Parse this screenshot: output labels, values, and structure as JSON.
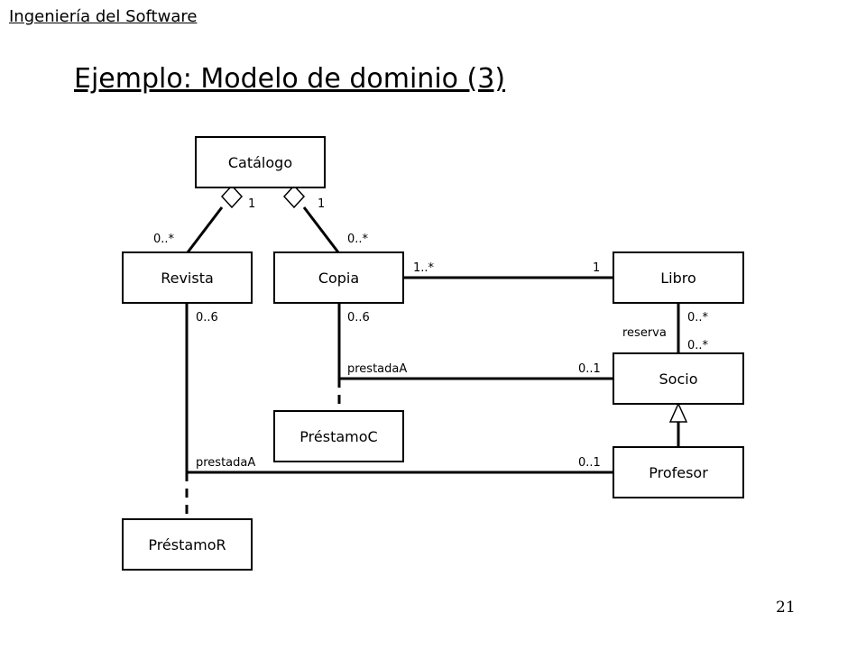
{
  "header": {
    "text": "Ingeniería del Software"
  },
  "title": {
    "text": "Ejemplo: Modelo de dominio (3)"
  },
  "page_number": "21",
  "classes": {
    "catalogo": "Catálogo",
    "revista": "Revista",
    "copia": "Copia",
    "libro": "Libro",
    "socio": "Socio",
    "profesor": "Profesor",
    "prestamoC": "PréstamoC",
    "prestamoR": "PréstamoR"
  },
  "labels": {
    "cat_rev_one": "1",
    "cat_cop_one": "1",
    "rev_many": "0..*",
    "cop_many": "0..*",
    "copia_libro_many": "1..*",
    "libro_one": "1",
    "revista_06": "0..6",
    "copia_06": "0..6",
    "libro_many": "0..*",
    "reserva": "reserva",
    "socio_many": "0..*",
    "prestadaA_c": "prestadaA",
    "socio_01": "0..1",
    "prestadaA_r": "prestadaA",
    "profesor_01": "0..1"
  }
}
